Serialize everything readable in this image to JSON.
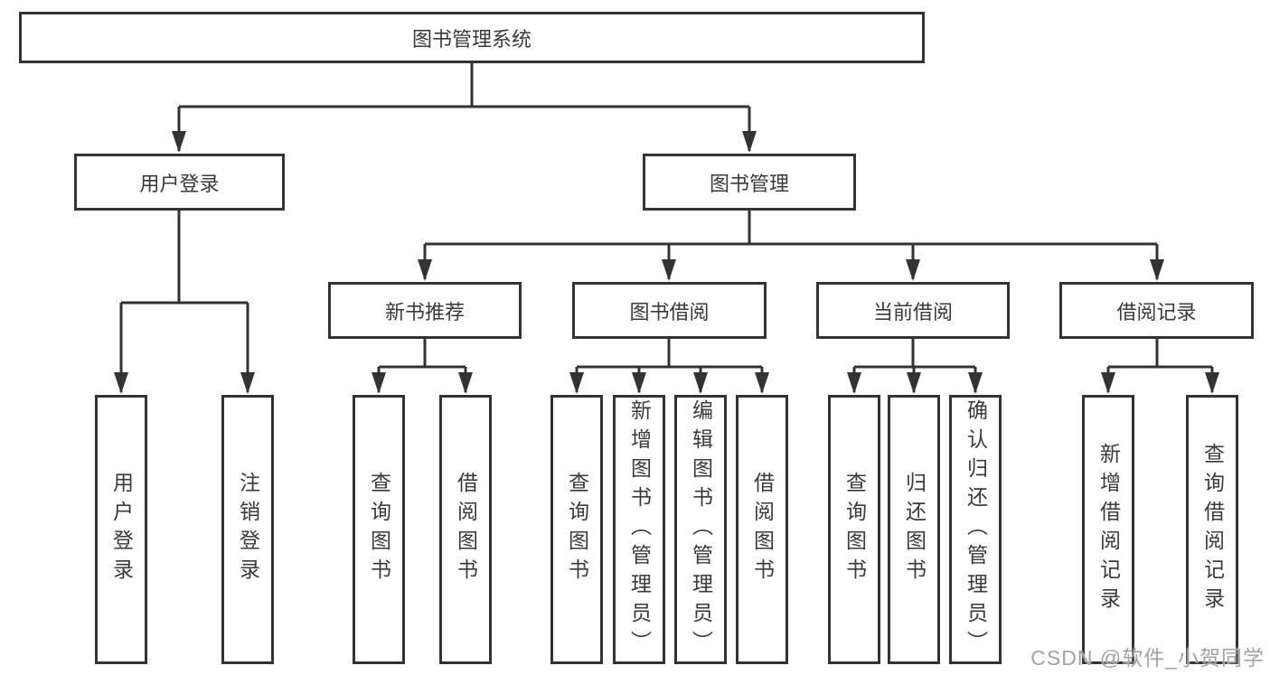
{
  "tree": {
    "root": {
      "label": "图书管理系统"
    },
    "branches": [
      {
        "label": "用户登录",
        "children": [
          {
            "label": "用户登录"
          },
          {
            "label": "注销登录"
          }
        ]
      },
      {
        "label": "图书管理",
        "children": [
          {
            "label": "新书推荐",
            "children": [
              {
                "label": "查询图书"
              },
              {
                "label": "借阅图书"
              }
            ]
          },
          {
            "label": "图书借阅",
            "children": [
              {
                "label": "查询图书"
              },
              {
                "label": "新增图书（管理员）"
              },
              {
                "label": "编辑图书（管理员）"
              },
              {
                "label": "借阅图书"
              }
            ]
          },
          {
            "label": "当前借阅",
            "children": [
              {
                "label": "查询图书"
              },
              {
                "label": "归还图书"
              },
              {
                "label": "确认归还（管理员）"
              }
            ]
          },
          {
            "label": "借阅记录",
            "children": [
              {
                "label": "新增借阅记录"
              },
              {
                "label": "查询借阅记录"
              }
            ]
          }
        ]
      }
    ]
  },
  "watermark": {
    "text": "CSDN @软件_小贺同学"
  },
  "colors": {
    "line": "#333333",
    "box_border": "#333333",
    "text": "#3a3a3a",
    "watermark": "#a3a3a3",
    "background": "#ffffff"
  }
}
